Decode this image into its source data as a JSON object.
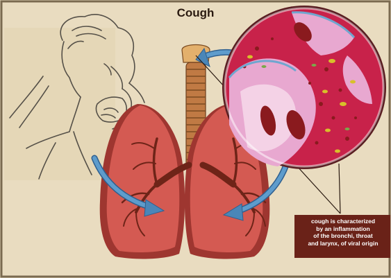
{
  "title": "Cough",
  "caption": {
    "lines": [
      "cough is characterized",
      "by an inflammation",
      "of the bronchi, throat",
      "and larynx, of viral origin"
    ]
  },
  "colors": {
    "background": "#e9dcc0",
    "lung": "#d45a52",
    "lung_shade": "#9e3630",
    "trachea": "#c07a44",
    "bronchi": "#6e2418",
    "arrow": "#4a86b8",
    "magnifier_tissue": "#c8224a",
    "magnifier_membrane": "#e8a8d0",
    "caption_box": "#6a2218"
  },
  "icons": [
    "person-coughing-drawing",
    "lungs-illustration",
    "magnified-tissue-circle",
    "blue-arrow"
  ]
}
